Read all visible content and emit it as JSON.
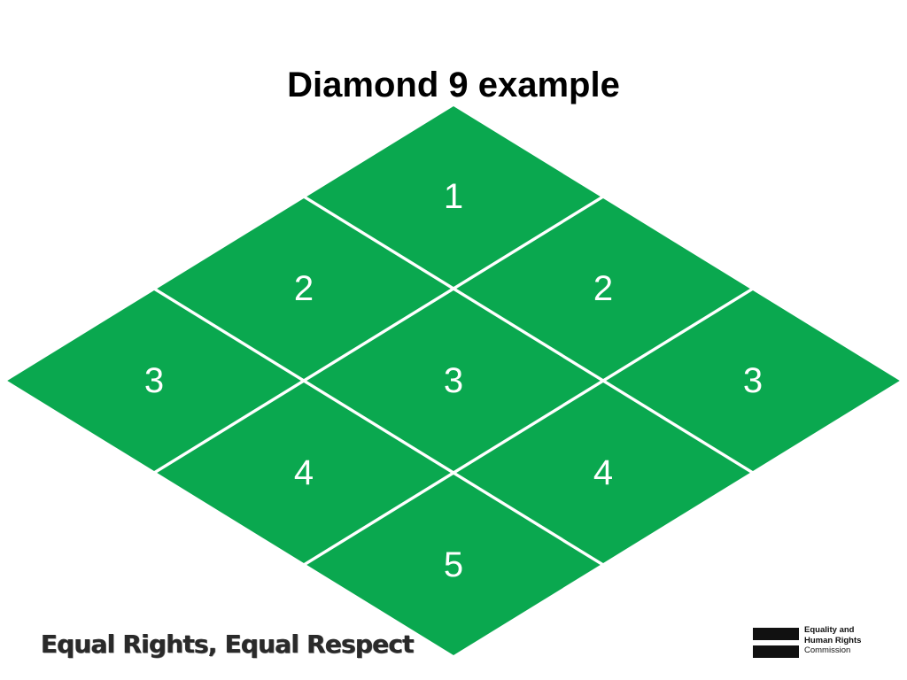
{
  "slide": {
    "title": "Diamond 9 example"
  },
  "diamond": {
    "fill_color": "#0aa84f",
    "line_color": "#ffffff",
    "rows": [
      [
        "1"
      ],
      [
        "2",
        "2"
      ],
      [
        "3",
        "3",
        "3"
      ],
      [
        "4",
        "4"
      ],
      [
        "5"
      ]
    ]
  },
  "footer": {
    "slogan": "Equal Rights, Equal Respect",
    "logo": {
      "line1": "Equality and",
      "line2": "Human Rights",
      "line3": "Commission"
    }
  }
}
